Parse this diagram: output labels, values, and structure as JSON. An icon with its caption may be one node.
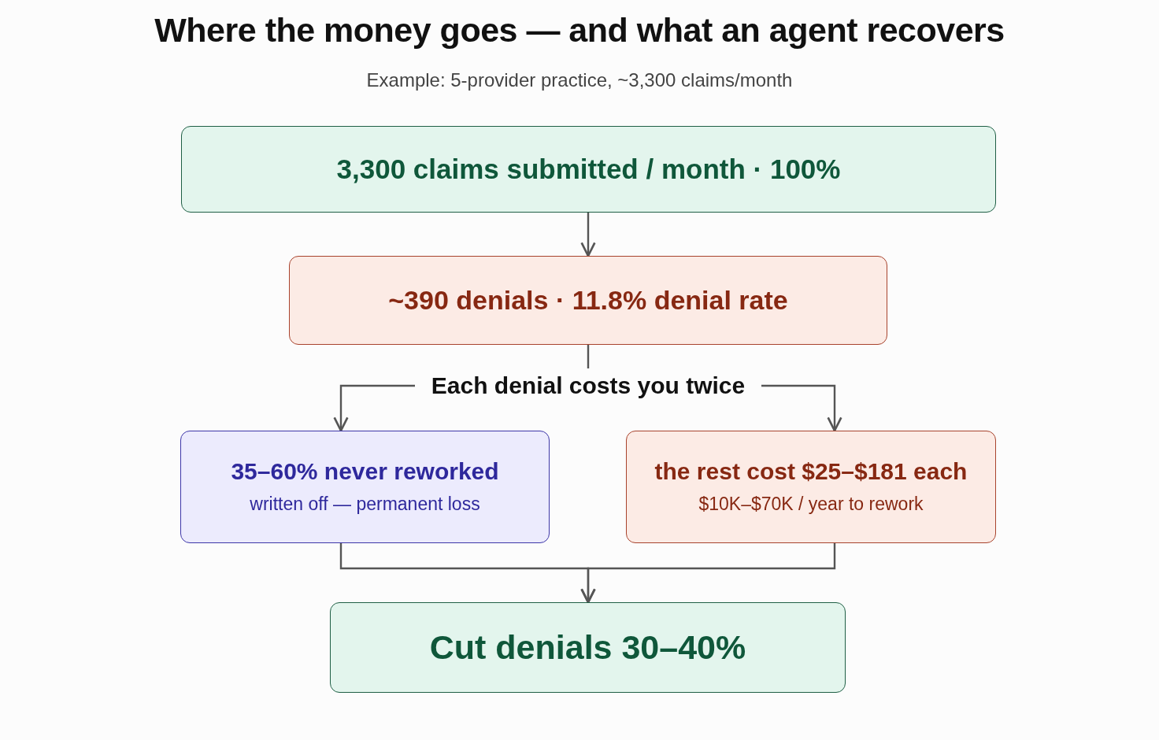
{
  "diagram": {
    "title": "Where the money goes — and what an agent recovers",
    "nodes": [
      {
        "text": [
          "3,300 claims submitted / month · 100%"
        ]
      },
      {
        "text": [
          "~390 denials · 11.8% denial rate"
        ]
      },
      {
        "text": [
          "Each denial costs you twice"
        ]
      },
      {
        "text": [
          "35–60% never reworked",
          "written off — permanent loss"
        ]
      },
      {
        "text": [
          "the rest cost $25–$181 each",
          "$10K–$70K / year to rework"
        ]
      },
      {
        "text": [
          "Cut denials 30–40%"
        ]
      }
    ],
    "edges": [
      {
        "from": 0,
        "to": 1,
        "arrow": "to"
      },
      {
        "from": 1,
        "to": 2,
        "arrow": "none"
      },
      {
        "from": 2,
        "to": 3,
        "arrow": "to"
      },
      {
        "from": 2,
        "to": 4,
        "arrow": "to"
      },
      {
        "from": 3,
        "to": 5,
        "arrow": "to"
      },
      {
        "from": 4,
        "to": 5,
        "arrow": "to"
      }
    ],
    "labels": [
      "Example: 5-provider practice, ~3,300 claims/month"
    ]
  }
}
